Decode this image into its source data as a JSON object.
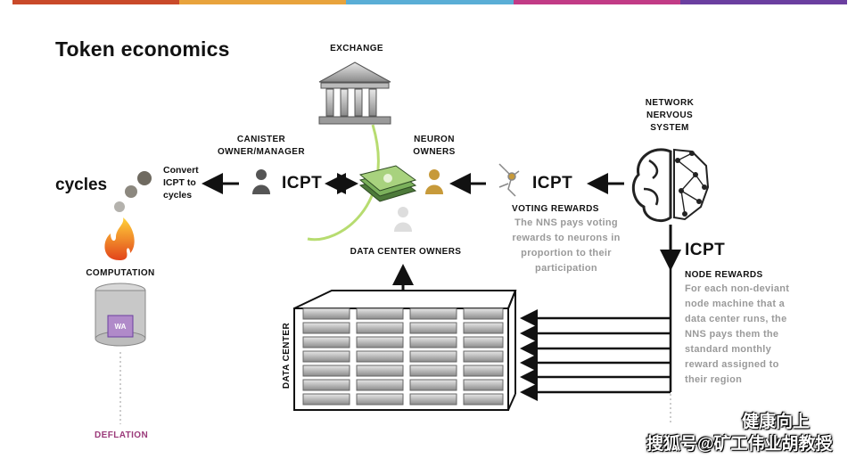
{
  "header": {
    "title": "Token economics"
  },
  "colors": {
    "bar": [
      "#c94a2a",
      "#e8a33c",
      "#5aaed6",
      "#c23b86",
      "#6b3fa0"
    ],
    "deflation": "#9b3a7a",
    "arc": "#b7dc70"
  },
  "exchange": {
    "label": "EXCHANGE",
    "icon": "bank-building-icon"
  },
  "canister": {
    "label": [
      "CANISTER",
      "OWNER/MANAGER"
    ],
    "icon": "person-icon"
  },
  "neuron": {
    "label": [
      "NEURON",
      "OWNERS"
    ],
    "icon": "person-icon"
  },
  "nns": {
    "label": [
      "NETWORK",
      "NERVOUS",
      "SYSTEM"
    ],
    "icon": "brain-network-icon"
  },
  "tokens": {
    "icpt_left": "ICPT",
    "icpt_mid": "ICPT",
    "icpt_right": "ICPT",
    "money_icon": "money-stack-icon"
  },
  "cycles": {
    "label": "cycles",
    "convert": [
      "Convert",
      "ICPT to",
      "cycles"
    ]
  },
  "computation": {
    "label": "COMPUTATION",
    "icon": "flame-icon",
    "storage_icon": "database-icon",
    "badge": "WA"
  },
  "data_center_owners": {
    "label": "DATA CENTER OWNERS",
    "icon": "person-icon"
  },
  "voting": {
    "title": "VOTING REWARDS",
    "text": [
      "The NNS pays voting",
      "rewards to neurons in",
      "proportion to their",
      "participation"
    ]
  },
  "node": {
    "title": "NODE REWARDS",
    "text": [
      "For each non-deviant",
      "node machine that a",
      "data center runs, the",
      "NNS pays them the",
      "standard monthly",
      "reward assigned to",
      "their region"
    ]
  },
  "data_center": {
    "label": "DATA CENTER",
    "icon": "server-rack-icon"
  },
  "deflation": "DEFLATION",
  "watermark": {
    "line1": "健康向上",
    "line2": "搜狐号@矿工伟业胡教授"
  }
}
